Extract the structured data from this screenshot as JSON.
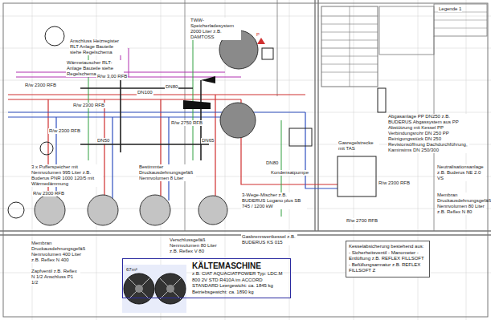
{
  "diagram": {
    "nodes": [
      {
        "text": [
          "KÄLTEMASCHINE",
          "z.B. CIAT AQUACIATPOWER Typ: LDC.M 800 2V STD R410A im ACCORD STANDARD Leergewicht: ca. 1845 kg Betriebsgewicht: ca. 1890 kg"
        ]
      },
      {
        "text": [
          "Kesselabsicherung bestehend aus: - Sicherheitsventil - Manometer - Entlüftung z.B. REFLEX FILLSOFT - Befüllungsarmatur z.B. REFLEX FILLSOFT Z"
        ]
      }
    ],
    "labels": [
      "Anschluss Heizregister RLT Anlage Bauteile siehe Regelschema",
      "Wärmetauscher RLT-Anlage Bauteile siehe Regelschema",
      "R/w 2300 RFB",
      "R/w 3,00 RFB",
      "R/w 2300 RFB",
      "R/w 2750 RFB",
      "R/w 2300 RFB",
      "R/w 2300 RFB",
      "DN100",
      "DN80",
      "DN65",
      "DN50",
      "DN80",
      "TWW-Speicherladesystem 2000 Liter z.B. DAMTOSS",
      "3 x Pufferspeicher mit Nennvolumen 995 Liter z.B. Buderus PNR 1000 120/5 mit Wärmedämmung",
      "Bestimmter Druckausdehnungsgefäß Nennvolumen 8 Liter",
      "Membran Druckausdehnungsgefäß Nennvolumen 400 Liter z.B. Reflex N 400",
      "Zapfventil z.B. Reflex N 1/2 Anschluss P1 1/2",
      "3-Wege-Mischer z.B. BUDERUS Logano plus SB 745 / 1200 kW",
      "Verschlussgefäß Nennvolumen 80 Liter z.B. Reflex V 80",
      "Gasbrennwertkessel z.B. BUDERUS KS 015",
      "Abgasanlage PP DN250 z.B. BUDERUS Abgassystem aus PP Abstützung mit Kessel PP Verbindungsrohr DN 250 PP Reinigungsstück DN 250 Revisionsöffnung Dachdurchführung, Kaminsims DN 250/300",
      "Neutralisationsanlage z.B. Buderus NE 2.0 VS",
      "Membran Druckausdehnungsgefäß Nennvolumen 80 Liter z.B. Reflex N 80",
      "R/w 2700 RFB",
      "R/w 2300 RFB",
      "Gasregelstrecke mit TAS",
      "67m²",
      "Legende 1",
      "P",
      "Kondensatpumpe"
    ]
  }
}
